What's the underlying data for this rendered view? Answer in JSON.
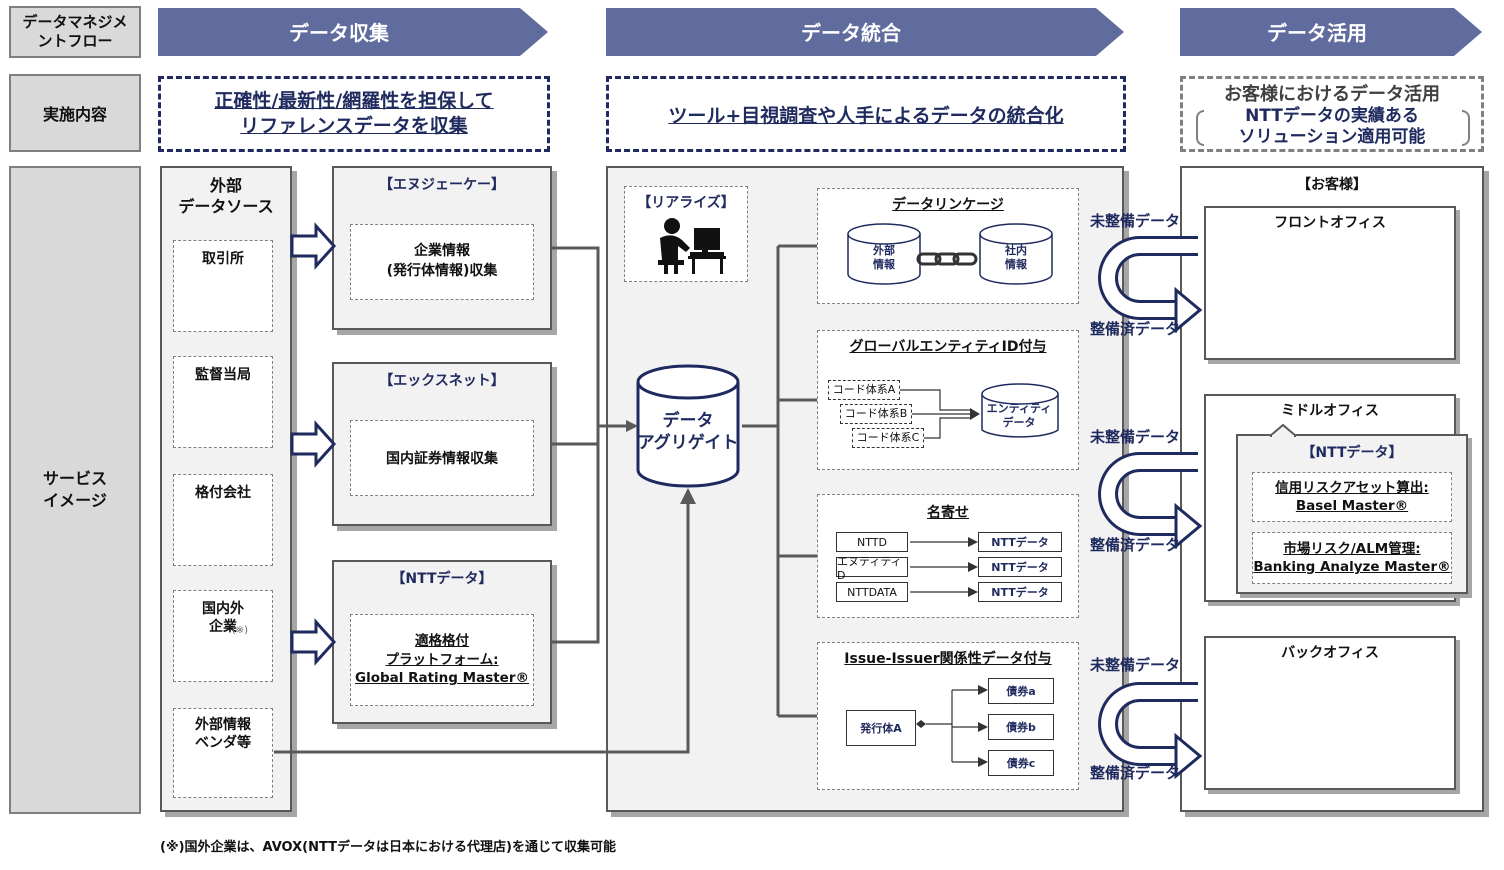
{
  "flow_label": "データマネジメントフロー",
  "row_label_1": "実施内容",
  "row_label_2": "サービス\nイメージ",
  "phases": [
    "データ収集",
    "データ統合",
    "データ活用"
  ],
  "content": {
    "collect": "正確性/最新性/網羅性を担保して\nリファレンスデータを収集",
    "integrate": "ツール+目視調査や人手によるデータの統合化",
    "use_line1": "お客様におけるデータ活用",
    "use_line2": "NTTデータの実績ある\nソリューション適用可能"
  },
  "external": {
    "title": "外部\nデータソース",
    "sources": [
      "取引所",
      "監督当局",
      "格付会社",
      "国内外\n企業",
      "外部情報\nベンダ等"
    ],
    "note_mark": "(※)"
  },
  "collectors": [
    {
      "title": "【エヌジェーケー】",
      "body": "企業情報\n(発行体情報)収集"
    },
    {
      "title": "【エックスネット】",
      "body": "国内証券情報収集"
    },
    {
      "title": "【NTTデータ】",
      "body": "適格格付\nプラットフォーム:\nGlobal Rating Master®"
    }
  ],
  "integration": {
    "realize": "【リアライズ】",
    "aggregate": "データ\nアグリゲイト",
    "lineage": {
      "title": "データリンケージ",
      "left": "外部\n情報",
      "right": "社内\n情報"
    },
    "global_id": {
      "title": "グローバルエンティティID付与",
      "codes": [
        "コード体系A",
        "コード体系B",
        "コード体系C"
      ],
      "entity": "エンティティ\nデータ"
    },
    "naming": {
      "title": "名寄せ",
      "left": [
        "NTTD",
        "エヌティティD",
        "NTTDATA"
      ],
      "right": [
        "NTTデータ",
        "NTTデータ",
        "NTTデータ"
      ]
    },
    "issue": {
      "title": "Issue-Issuer関係性データ付与",
      "issuer": "発行体A",
      "bonds": [
        "債券a",
        "債券b",
        "債券c"
      ]
    }
  },
  "flow_labels": {
    "raw": "未整備データ",
    "clean": "整備済データ"
  },
  "customer": {
    "title": "【お客様】",
    "front": "フロントオフィス",
    "middle": "ミドルオフィス",
    "ntt": "【NTTデータ】",
    "sol1": "信用リスクアセット算出:\nBasel Master®",
    "sol2": "市場リスク/ALM管理:\nBanking Analyze Master®",
    "back": "バックオフィス"
  },
  "footnote": "(※)国外企業は、AVOX(NTTデータは日本における代理店)を通じて収集可能",
  "colors": {
    "navy": "#1f2a5e",
    "chevron": "#606b9e",
    "panel": "#f2f2f2",
    "label_bg": "#d9d9d9"
  }
}
